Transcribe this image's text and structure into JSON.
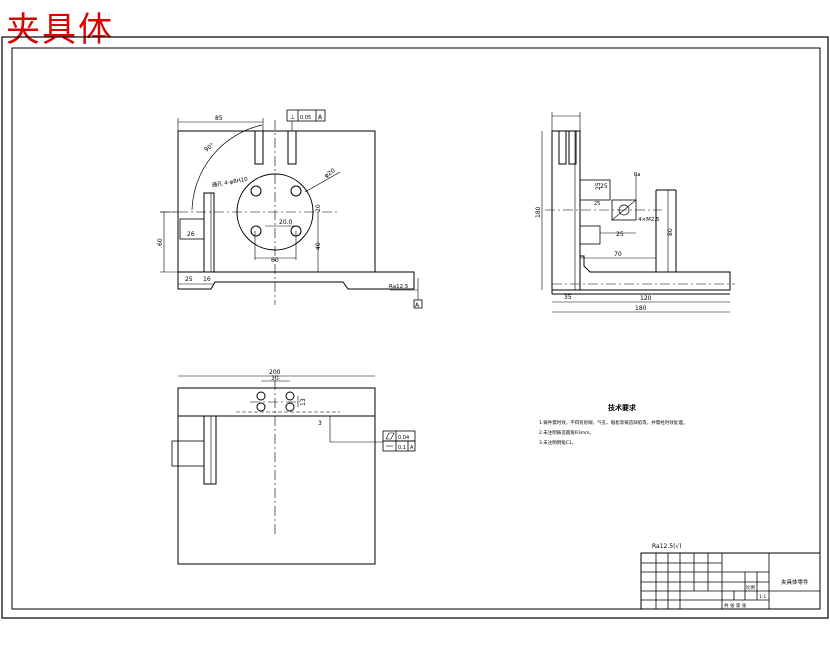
{
  "title": "夹具体",
  "front_view": {
    "dim_top": "85",
    "dim_angle": "90°",
    "dim_circle_dia": "φ20",
    "hole_note": "通孔 4-φ8H10",
    "dim_center": "20.0",
    "dim_right_vert": "40",
    "dim_right_small": "20",
    "dim_bottom_center": "60",
    "dim_height_left": "60",
    "dim_step": "26",
    "dim_base_left": "25",
    "dim_base_flange": "16",
    "datum_box_symbol": "⊥",
    "datum_box_value": "0.05",
    "datum_box_ref": "A",
    "datum_label": "A",
    "roughness": "Ra12.5"
  },
  "side_view": {
    "dim_top_small": "25",
    "dim_inner_25": "25",
    "dim_shaft_label": "25",
    "dim_m": "4×M2.5",
    "dim_roughness": "Ra",
    "dim_bottom_inner": "25",
    "dim_70": "70",
    "dim_height": "180",
    "dim_right_h": "80",
    "dim_base_left": "35",
    "dim_base_mid": "120",
    "dim_total": "180"
  },
  "plan_view": {
    "dim_width": "200",
    "dim_inner": "30",
    "dim_small": "13",
    "dim_offset": "3",
    "tol1_value": "0.04",
    "tol2_value": "0.1",
    "tol2_ref": "A"
  },
  "tech_req": {
    "heading": "技术要求",
    "items": [
      "1.铸件需时效，不得有砂眼、气孔、缩松等铸造缺陷等，并需经时效处理。",
      "2.未注明铸造圆角R3mm。",
      "3.未注明倒角C1。"
    ]
  },
  "roughness_bottom": "Ra12.5(√)",
  "title_block": {
    "name": "夹具体零件",
    "material_label": "比例",
    "scale": "1:1",
    "sheet_label": "共 张 第 张"
  }
}
